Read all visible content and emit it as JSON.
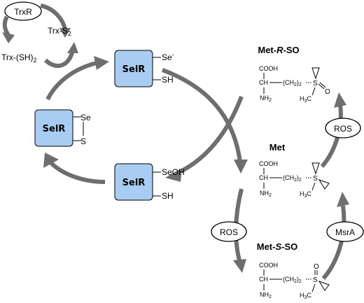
{
  "colors": {
    "box_fill": "#a9cdf2",
    "arrow": "#6e6e6e"
  },
  "trx": {
    "trxr": "TrxR",
    "trx_s2_main": "Trx-S",
    "trx_s2_sub": "2",
    "trx_sh2_main": "Trx-(SH)",
    "trx_sh2_sub": "2"
  },
  "selr": {
    "label": "SelR",
    "top_se": "Se",
    "top_se_sup": "-",
    "top_sh": "SH",
    "left_se": "Se",
    "left_s": "S",
    "bottom_seoh": "SeOH",
    "bottom_sh": "SH"
  },
  "enzymes": {
    "ros_top": "ROS",
    "ros_bottom": "ROS",
    "msra": "MsrA"
  },
  "compounds": {
    "met_r_so": {
      "pre": "Met-",
      "stereo": "R",
      "post": "-SO"
    },
    "met": "Met",
    "met_s_so": {
      "pre": "Met-",
      "stereo": "S",
      "post": "-SO"
    }
  },
  "structure": {
    "cooh": "COOH",
    "ch": "CH",
    "nh2_main": "NH",
    "nh2_sub": "2",
    "chain_pre": "(CH",
    "chain_sub": "2",
    "chain_post": ")",
    "chain_sub2": "2",
    "s": "S",
    "o": "O",
    "h3c_h": "H",
    "h3c_sub": "3",
    "h3c_c": "C"
  }
}
